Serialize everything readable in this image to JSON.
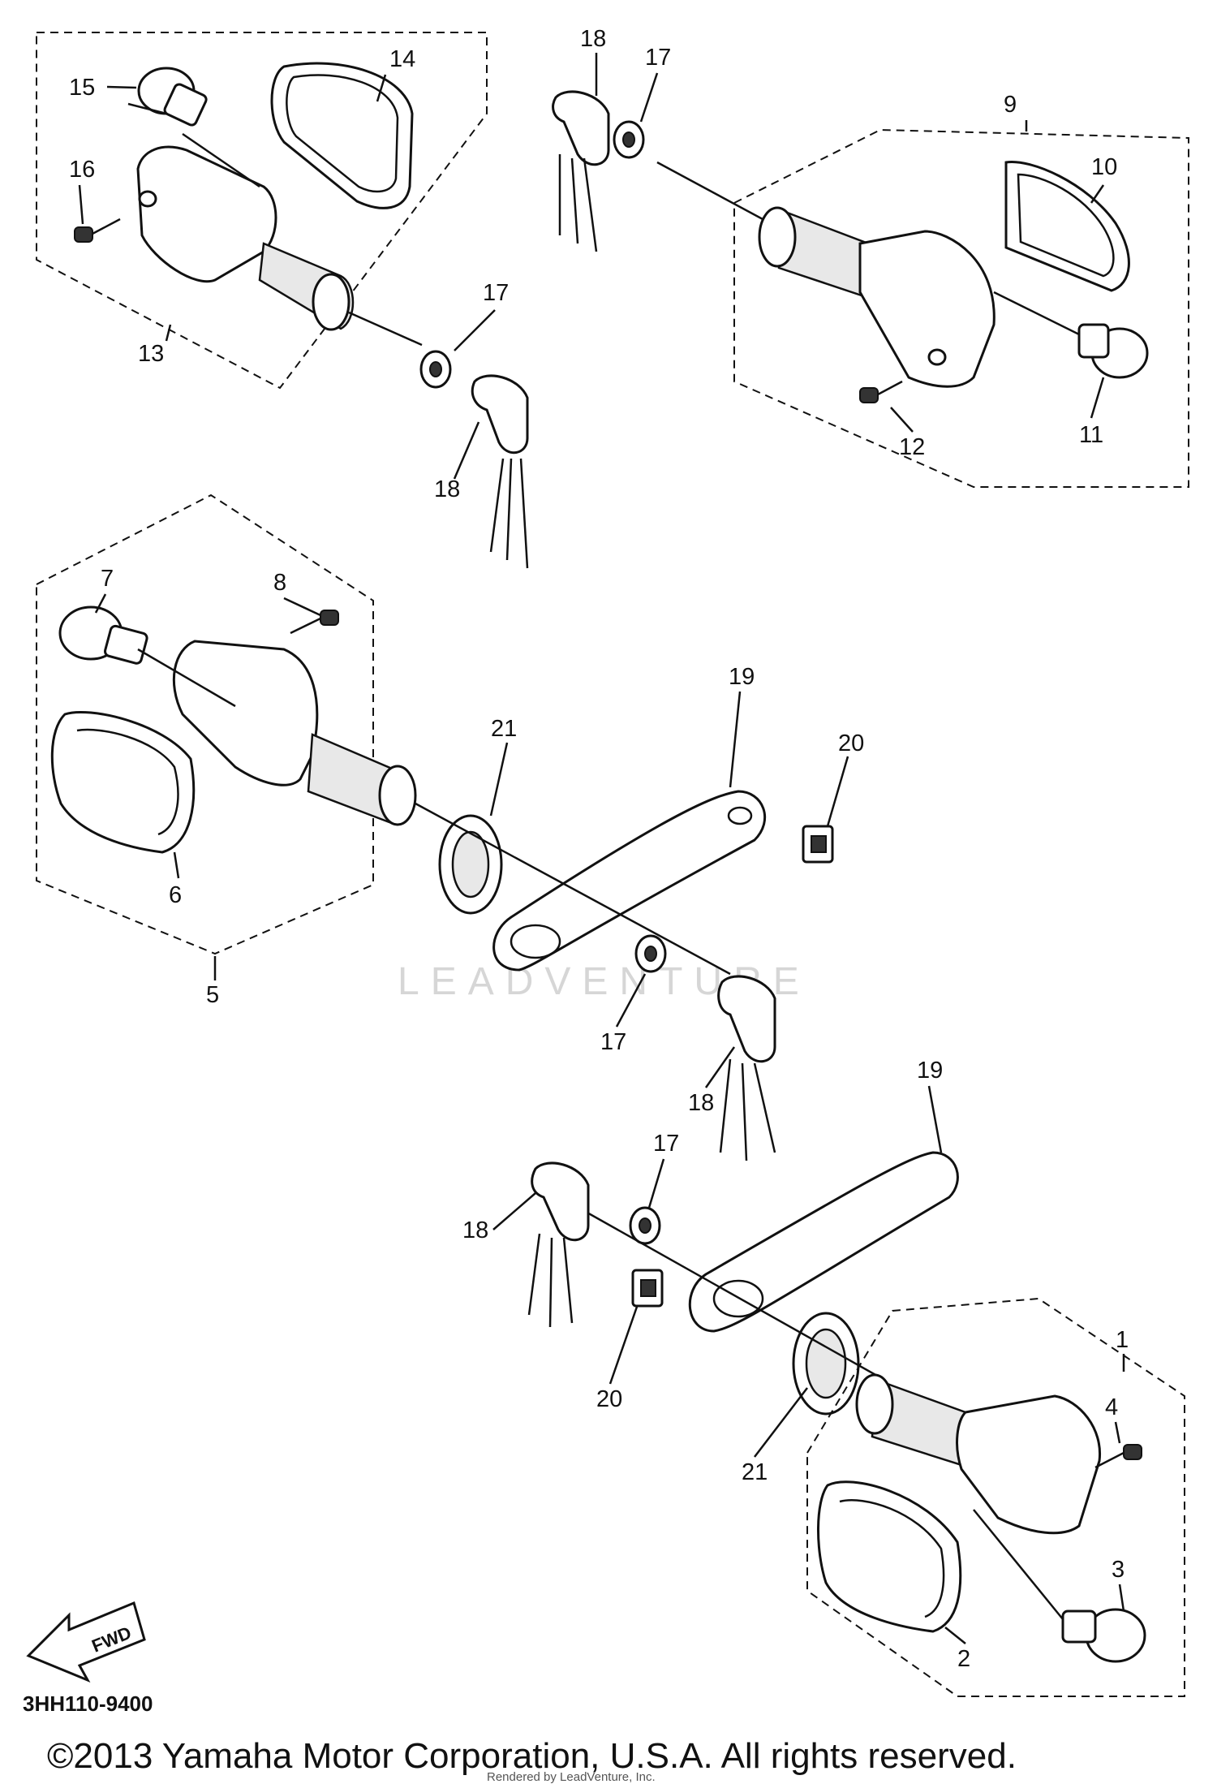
{
  "diagram": {
    "watermark": "LEADVENTURE",
    "part_code": "3HH110-9400",
    "arrow_label": "FWD",
    "copyright": "©2013 Yamaha Motor Corporation, U.S.A. All rights reserved.",
    "rendered_by": "Rendered by LeadVenture, Inc.",
    "callouts": {
      "c1": "1",
      "c2": "2",
      "c3": "3",
      "c4": "4",
      "c5": "5",
      "c6": "6",
      "c7": "7",
      "c8": "8",
      "c9": "9",
      "c10": "10",
      "c11": "11",
      "c12": "12",
      "c13": "13",
      "c14": "14",
      "c15": "15",
      "c16": "16",
      "c17": "17",
      "c18": "18",
      "c19": "19",
      "c20": "20",
      "c21": "21"
    }
  }
}
